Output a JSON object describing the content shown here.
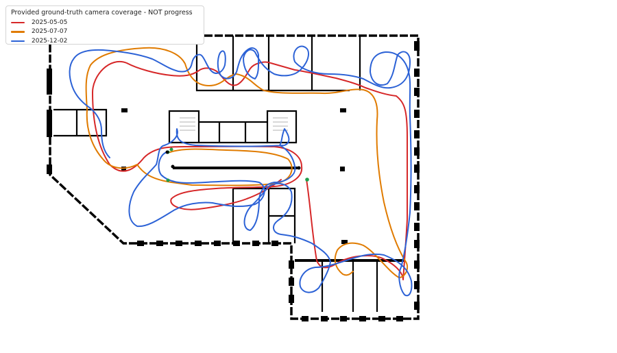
{
  "legend": {
    "title": "Provided ground-truth camera coverage - NOT progress",
    "entries": [
      {
        "label": "2025-05-05",
        "color": "#d62728"
      },
      {
        "label": "2025-07-07",
        "color": "#e07b00"
      },
      {
        "label": "2025-12-02",
        "color": "#2c62d6"
      }
    ]
  },
  "colors": {
    "wall": "#000000",
    "start_marker": "#1f9e4a",
    "background": "#ffffff"
  }
}
